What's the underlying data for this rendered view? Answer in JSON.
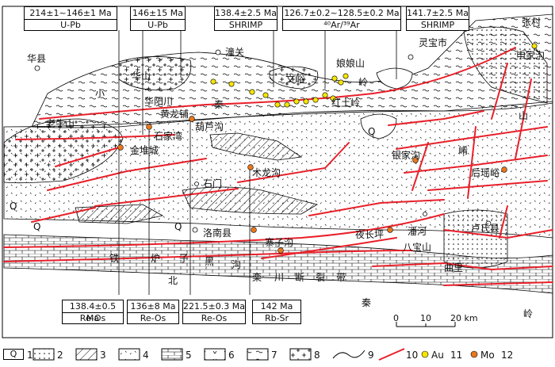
{
  "places": {
    "huaxian": "华县",
    "tongguan": "潼关",
    "lingbao": "灵宝市",
    "zhangcun": "张村",
    "shenjiagou": "申家沟",
    "huashan": "华山",
    "xiao": "小",
    "qin": "秦",
    "ling_n": "岭",
    "huayangchuan": "华阳川",
    "laoniushan": "老牛山",
    "wenyu": "文峪",
    "niangniangshan": "娘娘山",
    "hongtuling": "红土岭",
    "huanglongpu": "黄龙铺",
    "huluogou": "葫芦沟",
    "shijiawan": "石家湾",
    "jinduicheng": "金堆城",
    "mulonggou": "木龙沟",
    "shimen": "石门",
    "yinjiagou": "银家沟",
    "houyaoyu": "后瑶峪",
    "shan_label": "山",
    "xiao2": "崤",
    "luonan": "洛南县",
    "zhaizigou": "寨子沟",
    "yechangping": "夜长坪",
    "panhe": "潘河",
    "babaoshan": "八宝山",
    "lushi": "卢氏县",
    "quli": "曲里",
    "tielu": "铁",
    "lu": "炉",
    "zi": "子",
    "hei": "黑",
    "gou": "沟",
    "bei": "北",
    "luan": "栾",
    "chuan": "川",
    "duan": "断",
    "lie": "裂",
    "dai": "带",
    "qin2": "秦",
    "ling_s": "岭",
    "q1": "Q",
    "q2": "Q",
    "q3": "Q",
    "q4": "Q"
  },
  "age_boxes_top": [
    {
      "age": "214±1~146±1 Ma",
      "method": "U-Pb"
    },
    {
      "age": "146±15 Ma",
      "method": "U-Pb"
    },
    {
      "age": "138.4±2.5 Ma",
      "method": "SHRIMP"
    },
    {
      "age": "126.7±0.2~128.5±0.2 Ma",
      "method": "⁴⁰Ar/³⁹Ar"
    },
    {
      "age": "141.7±2.5 Ma",
      "method": "SHRIMP"
    }
  ],
  "age_boxes_bottom": [
    {
      "age": "138.4±0.5 Ma",
      "method": "Re-Os"
    },
    {
      "age": "136±8 Ma",
      "method": "Re-Os"
    },
    {
      "age": "221.5±0.3 Ma",
      "method": "Re-Os"
    },
    {
      "age": "142 Ma",
      "method": "Rb-Sr"
    }
  ],
  "scale_bar": {
    "ticks": [
      "0",
      "10",
      "20 km"
    ]
  },
  "legend": [
    {
      "num": "1",
      "symbol": "Q"
    },
    {
      "num": "2",
      "symbol": ""
    },
    {
      "num": "3",
      "symbol": ""
    },
    {
      "num": "4",
      "symbol": ""
    },
    {
      "num": "5",
      "symbol": ""
    },
    {
      "num": "6",
      "symbol": ""
    },
    {
      "num": "7",
      "symbol": ""
    },
    {
      "num": "8",
      "symbol": ""
    },
    {
      "num": "9",
      "symbol": ""
    },
    {
      "num": "10",
      "symbol": ""
    },
    {
      "num": "11",
      "symbol": "Au"
    },
    {
      "num": "12",
      "symbol": "Mo"
    }
  ],
  "colors": {
    "fault": "#e8202a",
    "gold": "#f5e600",
    "mo": "#e8781e",
    "line": "#000000"
  }
}
